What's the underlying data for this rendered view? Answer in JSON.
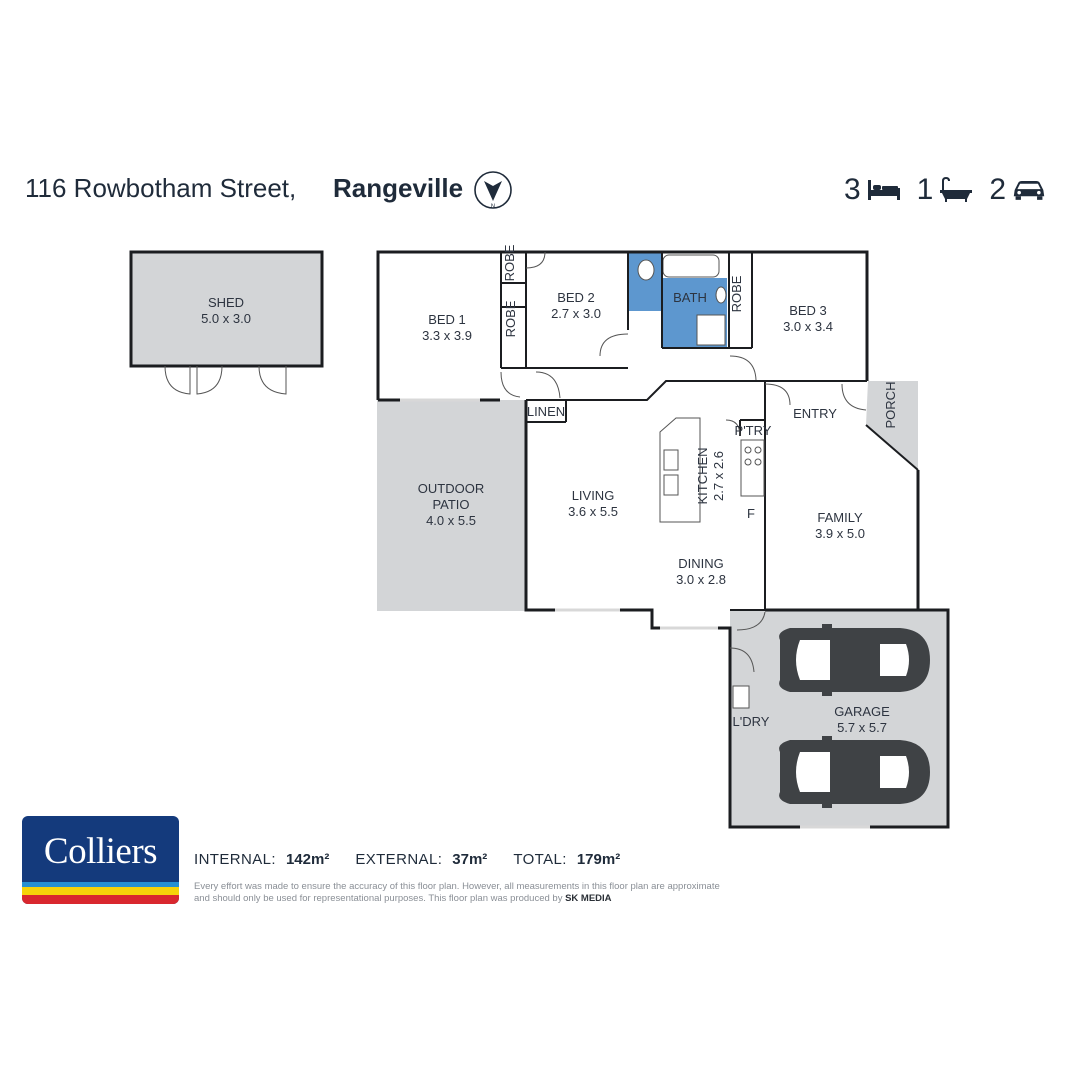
{
  "header": {
    "street": "116 Rowbotham Street,",
    "suburb": "Rangeville",
    "compass_letter": "N",
    "features": [
      {
        "count": "3",
        "icon": "bed-icon"
      },
      {
        "count": "1",
        "icon": "bath-icon"
      },
      {
        "count": "2",
        "icon": "car-icon"
      }
    ]
  },
  "rooms": {
    "shed": {
      "name": "SHED",
      "size": "5.0 x 3.0"
    },
    "bed1": {
      "name": "BED 1",
      "size": "3.3 x 3.9"
    },
    "bed2": {
      "name": "BED 2",
      "size": "2.7 x 3.0"
    },
    "bath": {
      "name": "BATH"
    },
    "bed3": {
      "name": "BED 3",
      "size": "3.0 x 3.4"
    },
    "robe1": {
      "name": "ROBE"
    },
    "robe2": {
      "name": "ROBE"
    },
    "robe3": {
      "name": "ROBE"
    },
    "linen": {
      "name": "LINEN"
    },
    "entry": {
      "name": "ENTRY"
    },
    "porch": {
      "name": "PORCH"
    },
    "pantry": {
      "name": "P'TRY"
    },
    "patio": {
      "name": "OUTDOOR",
      "name2": "PATIO",
      "size": "4.0 x 5.5"
    },
    "living": {
      "name": "LIVING",
      "size": "3.6 x 5.5"
    },
    "kitchen": {
      "name": "KITCHEN",
      "size": "2.7 x 2.6"
    },
    "fridge": {
      "name": "F"
    },
    "family": {
      "name": "FAMILY",
      "size": "3.9 x 5.0"
    },
    "dining": {
      "name": "DINING",
      "size": "3.0 x 2.8"
    },
    "laundry": {
      "name": "L'DRY"
    },
    "garage": {
      "name": "GARAGE",
      "size": "5.7 x 5.7"
    }
  },
  "footer": {
    "logo_text": "Colliers",
    "internal_label": "INTERNAL:",
    "internal_value": "142m²",
    "external_label": "EXTERNAL:",
    "external_value": "37m²",
    "total_label": "TOTAL:",
    "total_value": "179m²",
    "disclaimer_line1": "Every effort was made to ensure the accuracy of this floor plan. However, all measurements in this floor plan are approximate",
    "disclaimer_line2": "and should only be used for representational purposes. This floor plan was produced by",
    "producer": "SK MEDIA"
  },
  "colors": {
    "wall": "#1b1d20",
    "outdoor_fill": "#d3d5d7",
    "room_fill": "#f3f3f3",
    "wet_fill": "#5d97cf",
    "logo_blue": "#143a7c",
    "logo_stripe_red": "#d9272e",
    "logo_stripe_yellow": "#f6d30a",
    "logo_stripe_blue": "#2790d2"
  }
}
